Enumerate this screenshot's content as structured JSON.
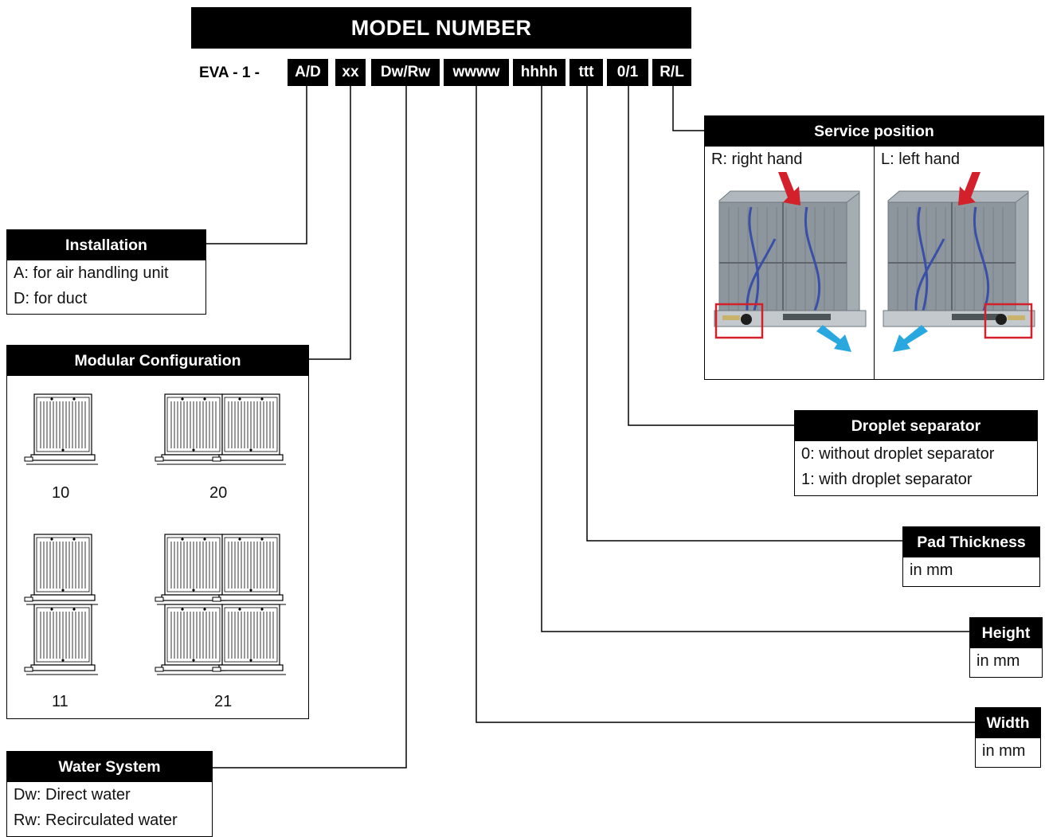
{
  "title": "MODEL NUMBER",
  "prefix": "EVA - 1 -",
  "segments": [
    "A/D",
    "xx",
    "Dw/Rw",
    "wwww",
    "hhhh",
    "ttt",
    "0/1",
    "R/L"
  ],
  "installation": {
    "header": "Installation",
    "lines": [
      "A: for air handling unit",
      "D: for duct"
    ]
  },
  "modular": {
    "header": "Modular Configuration",
    "configs": [
      "10",
      "20",
      "11",
      "21"
    ]
  },
  "water": {
    "header": "Water System",
    "lines": [
      "Dw: Direct water",
      "Rw: Recirculated water"
    ]
  },
  "service": {
    "header": "Service position",
    "right_label": "R: right hand",
    "left_label": "L: left hand"
  },
  "droplet": {
    "header": "Droplet separator",
    "lines": [
      "0: without droplet separator",
      "1: with droplet separator"
    ]
  },
  "pad": {
    "header": "Pad Thickness",
    "line": "in mm"
  },
  "height": {
    "header": "Height",
    "line": "in mm"
  },
  "width": {
    "header": "Width",
    "line": "in mm"
  },
  "colors": {
    "arrow_red": "#d3202a",
    "arrow_blue": "#29a8e0",
    "highlight": "#d3202a",
    "unit_gray": "#8c969c",
    "tube_blue": "#3a4fa8"
  }
}
